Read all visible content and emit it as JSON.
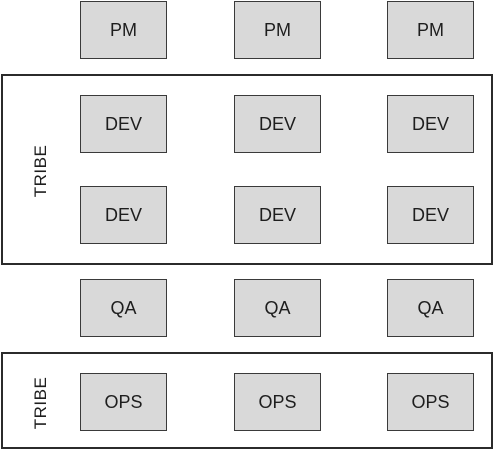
{
  "tribes": [
    {
      "label": "TRIBE"
    },
    {
      "label": "TRIBE"
    }
  ],
  "rows": {
    "pm": [
      "PM",
      "PM",
      "PM"
    ],
    "dev1": [
      "DEV",
      "DEV",
      "DEV"
    ],
    "dev2": [
      "DEV",
      "DEV",
      "DEV"
    ],
    "qa": [
      "QA",
      "QA",
      "QA"
    ],
    "ops": [
      "OPS",
      "OPS",
      "OPS"
    ]
  },
  "colors": {
    "box_fill": "#d9d9d9",
    "border": "#2b2b2b",
    "text": "#1e1e1e"
  }
}
